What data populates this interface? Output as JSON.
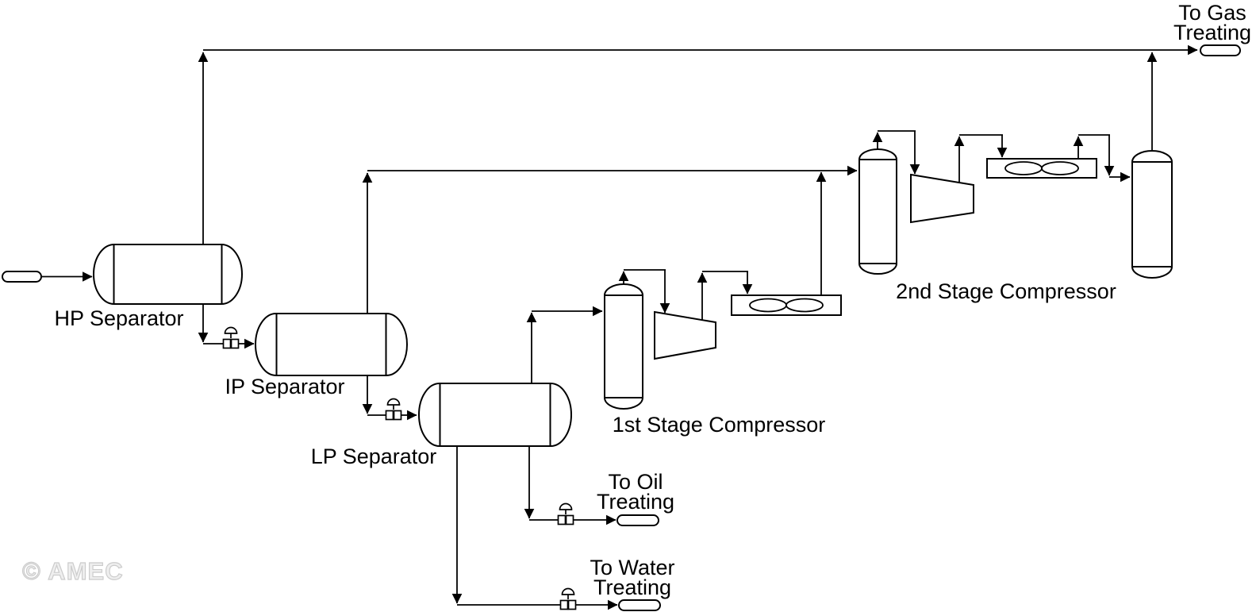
{
  "diagram": {
    "type": "process-flow-diagram",
    "background_color": "#ffffff",
    "line_color": "#000000",
    "equipment": {
      "hp_separator": {
        "label": "HP Separator"
      },
      "ip_separator": {
        "label": "IP Separator"
      },
      "lp_separator": {
        "label": "LP Separator"
      },
      "first_stage_compressor": {
        "label": "1st Stage Compressor"
      },
      "second_stage_compressor": {
        "label": "2nd Stage Compressor"
      }
    },
    "outlet_streams": {
      "gas": {
        "line1": "To Gas",
        "line2": "Treating"
      },
      "oil": {
        "line1": "To Oil",
        "line2": "Treating"
      },
      "water": {
        "line1": "To Water",
        "line2": "Treating"
      }
    },
    "watermark": {
      "text": "© AMEC",
      "color": "#cccccc"
    }
  }
}
